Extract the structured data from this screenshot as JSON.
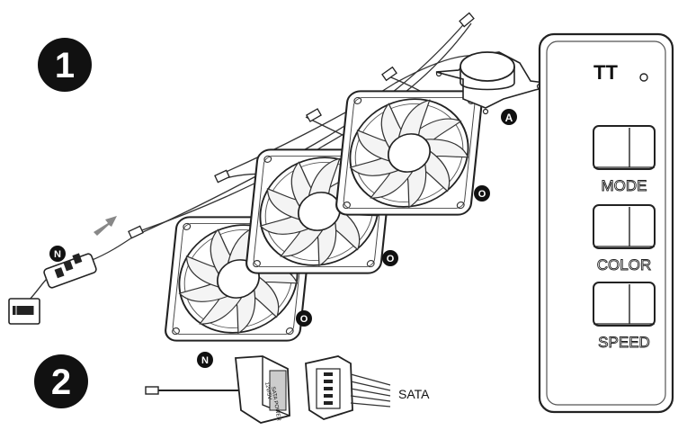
{
  "steps": [
    "1",
    "2"
  ],
  "callouts": {
    "A": "A",
    "N": "N",
    "O": "O"
  },
  "controller": {
    "logo": "TT",
    "buttons": [
      "MODE",
      "COLOR",
      "SPEED"
    ]
  },
  "connector_label": "SATA",
  "sata_plug_text": [
    "SATA POWER",
    "12V/5V"
  ]
}
